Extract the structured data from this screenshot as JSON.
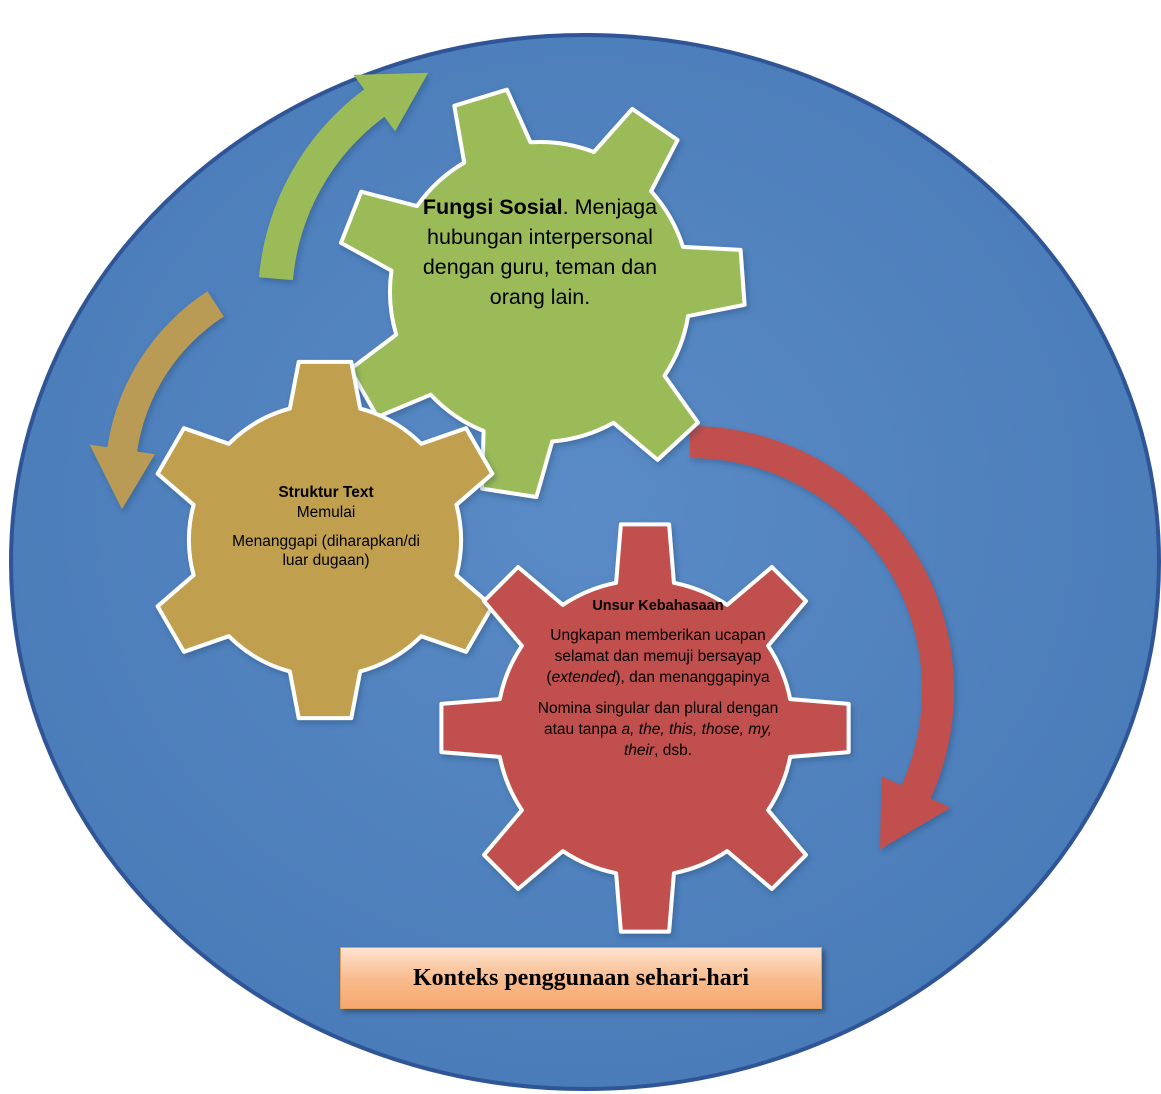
{
  "colors": {
    "background_circle": "#4f81bd",
    "circle_border": "#2f5597",
    "gear_green": "#9bbb59",
    "gear_tan": "#c0a050",
    "gear_red": "#c0504d",
    "arrow_green": "#9bbb59",
    "arrow_tan": "#b99b55",
    "arrow_red": "#c0504d",
    "context_fill": "#f9b98a"
  },
  "gears": {
    "fungsi_sosial": {
      "title": "Fungsi Sosial",
      "title_suffix": ".",
      "body": "Menjaga hubungan interpersonal dengan guru, teman dan orang lain."
    },
    "struktur_text": {
      "title": "Struktur Text",
      "line1": "Memulai",
      "line2": "Menanggapi (diharapkan/di luar dugaan)"
    },
    "unsur_kebahasaan": {
      "title": "Unsur Kebahasaan",
      "para1_a": "Ungkapan memberikan ucapan selamat dan memuji bersayap (",
      "para1_em": "extended",
      "para1_b": "), dan menanggapinya",
      "para2_a": "Nomina singular dan plural dengan atau tanpa ",
      "para2_em": "a, the, this, those, my, their",
      "para2_b": ", dsb."
    }
  },
  "context_label": "Konteks penggunaan sehari-hari"
}
